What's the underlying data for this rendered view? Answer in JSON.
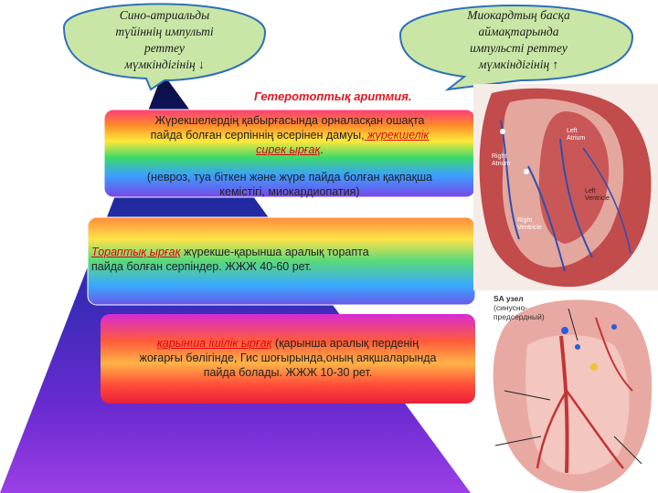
{
  "bubbles": {
    "left": {
      "line1": "Сино-атриальды",
      "line2": "түйіннің импульті",
      "line3": "реттеу",
      "line4": "мүмкіндігінің ↓"
    },
    "right": {
      "line1": "Миокардтың басқа",
      "line2": "аймақтарында",
      "line3": "импульсті реттеу",
      "line4": "мүмкіндігінің ↑"
    }
  },
  "title": "Гетеротоптық аритмия.",
  "box1": {
    "line1": "Жүрекшелердің қабырғасында орналасқан ошақта",
    "line2_pre": "пайда болған серпіннің әсерінен дамуы,",
    "line2_red": " жүрекшелік",
    "line3_red": "сирек ырғақ",
    "line3_post": ".",
    "line4": "(невроз, туа біткен және жүре пайда болған қақпақша",
    "line5": "кемістігі, миокардиопатия)"
  },
  "box2": {
    "line1_red": "Тораптық ырғақ",
    "line1_post": " жүрекше-қарынша аралық торапта",
    "line2": "пайда болған серпіндер. ЖЖЖ 40-60 рет."
  },
  "box3": {
    "line1_red": "қарынша ішілік ырғақ",
    "line1_post": " (қарынша аралық перденің",
    "line2": "жоғарғы бөлігінде, Гис шоғырында,оның аяқшаларында",
    "line3": "пайда болады. ЖЖЖ 10-30 рет."
  },
  "heart_top": {
    "left_atrium_1": "Left",
    "left_atrium_2": "Atrium",
    "right_atrium_1": "Right",
    "right_atrium_2": "Atrium",
    "left_ventricle_1": "Left",
    "left_ventricle_2": "Ventricle",
    "right_ventricle_1": "Right",
    "right_ventricle_2": "Ventricle"
  },
  "heart_bottom": {
    "sa_line1": "SA узел",
    "sa_line2": "(синусно-",
    "sa_line3": "предсердный)"
  },
  "colors": {
    "bubble_fill": "#c9e6a6",
    "bubble_border": "#2f6fb8",
    "title_red": "#e8141e"
  }
}
